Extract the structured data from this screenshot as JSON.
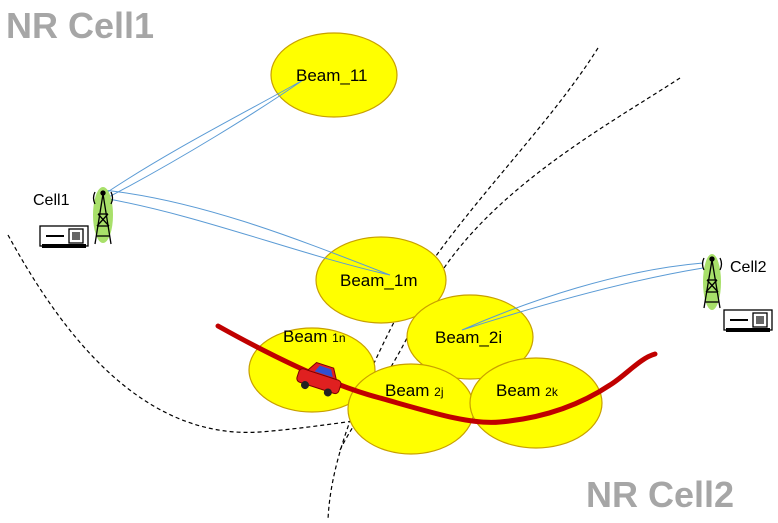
{
  "titles": {
    "cell1": "NR Cell1",
    "cell2": "NR Cell2"
  },
  "sites": {
    "cell1": "Cell1",
    "cell2": "Cell2"
  },
  "beams": {
    "b11": {
      "main": "Beam_11",
      "sub": ""
    },
    "b1m": {
      "main": "Beam_1m",
      "sub": ""
    },
    "b1n": {
      "main": "Beam ",
      "sub": "1n"
    },
    "b2i": {
      "main": "Beam_2i",
      "sub": ""
    },
    "b2j": {
      "main": "Beam ",
      "sub": "2j"
    },
    "b2k": {
      "main": "Beam ",
      "sub": "2k"
    }
  },
  "icons": [
    "antenna-tower-icon",
    "base-station-unit-icon",
    "car-icon"
  ],
  "colors": {
    "beam_fill": "#ffff00",
    "beam_link": "#5b9bd5",
    "route": "#c00000",
    "title_gray": "#a6a6a6"
  }
}
